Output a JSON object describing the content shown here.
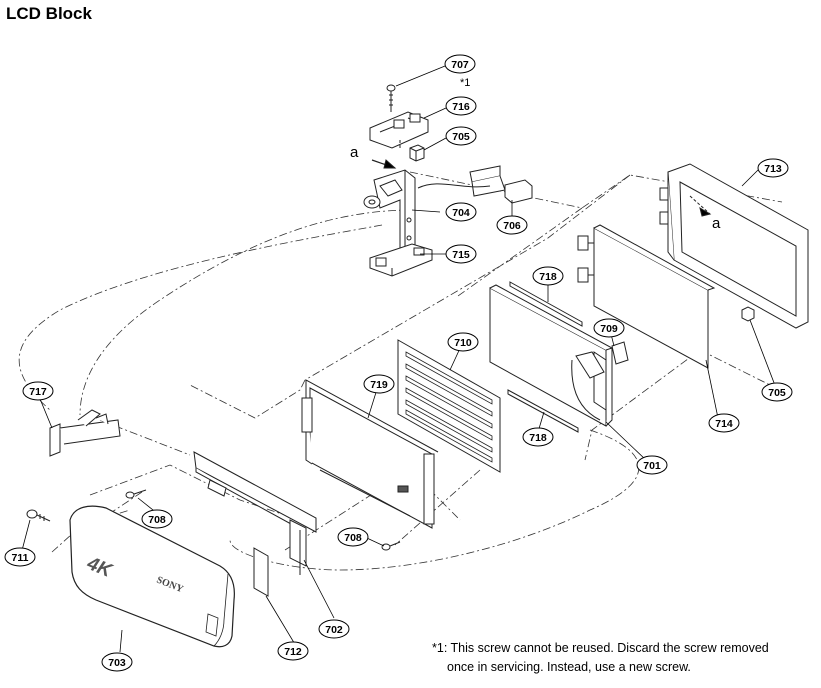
{
  "title": "LCD Block",
  "parts": [
    {
      "id": "p707",
      "label": "707"
    },
    {
      "id": "p716",
      "label": "716"
    },
    {
      "id": "p705a",
      "label": "705"
    },
    {
      "id": "p704",
      "label": "704"
    },
    {
      "id": "p706",
      "label": "706"
    },
    {
      "id": "p715",
      "label": "715"
    },
    {
      "id": "p713",
      "label": "713"
    },
    {
      "id": "p718a",
      "label": "718"
    },
    {
      "id": "p709",
      "label": "709"
    },
    {
      "id": "p710",
      "label": "710"
    },
    {
      "id": "p705b",
      "label": "705"
    },
    {
      "id": "p717",
      "label": "717"
    },
    {
      "id": "p719",
      "label": "719"
    },
    {
      "id": "p714",
      "label": "714"
    },
    {
      "id": "p718b",
      "label": "718"
    },
    {
      "id": "p701",
      "label": "701"
    },
    {
      "id": "p708a",
      "label": "708"
    },
    {
      "id": "p708b",
      "label": "708"
    },
    {
      "id": "p711",
      "label": "711"
    },
    {
      "id": "p702",
      "label": "702"
    },
    {
      "id": "p712",
      "label": "712"
    },
    {
      "id": "p703",
      "label": "703"
    }
  ],
  "marks": {
    "screw_note": "*1",
    "ref_a": "a",
    "cover_4k": "4K",
    "cover_brand": "SONY"
  },
  "footnote": {
    "line1": "*1: This screw cannot be reused. Discard the screw removed",
    "line2": "once in servicing. Instead, use a new screw."
  }
}
